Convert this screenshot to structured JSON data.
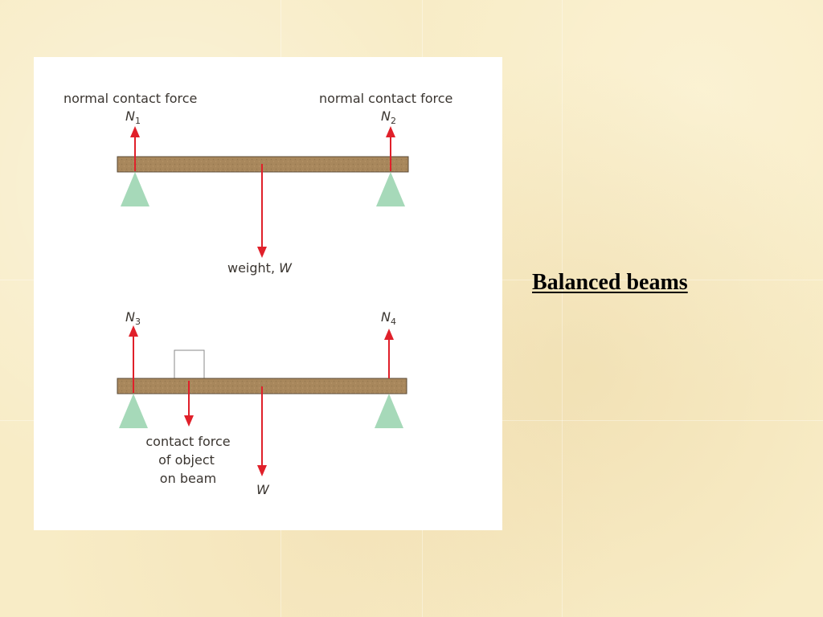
{
  "slide": {
    "title": "Balanced beams",
    "background_color": "#f8ecc6"
  },
  "diagram": {
    "colors": {
      "beam": "#a8875c",
      "arrow": "#e0202a",
      "pivot": "#a6d9b9",
      "text": "#3a3530"
    },
    "top_beam": {
      "label_left": "normal contact force",
      "label_right": "normal contact force",
      "n1": "N",
      "n1_sub": "1",
      "n2": "N",
      "n2_sub": "2",
      "weight_label": "weight, ",
      "weight_symbol": "W"
    },
    "bottom_beam": {
      "n3": "N",
      "n3_sub": "3",
      "n4": "N",
      "n4_sub": "4",
      "contact_line1": "contact force",
      "contact_line2": "of object",
      "contact_line3": "on beam",
      "weight_symbol": "W"
    }
  }
}
